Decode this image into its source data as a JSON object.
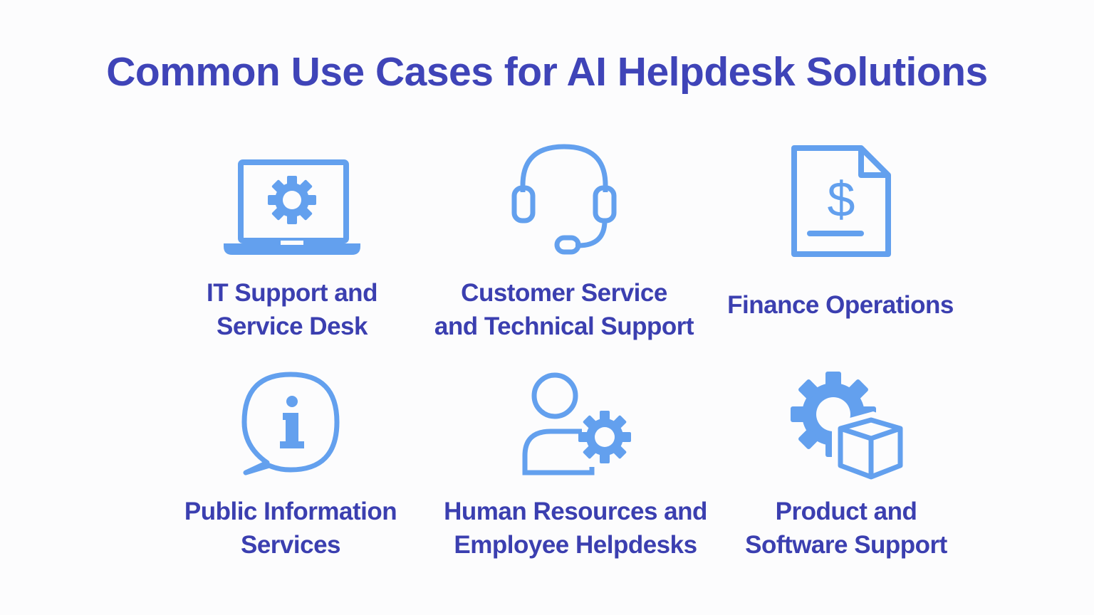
{
  "title": "Common Use Cases for AI Helpdesk Solutions",
  "colors": {
    "title": "#3f44b8",
    "icon": "#63a0ee",
    "label": "#3b3fb0",
    "background": "#fcfcfd"
  },
  "use_cases": [
    {
      "icon": "laptop-gear-icon",
      "line1": "IT Support and",
      "line2": "Service Desk"
    },
    {
      "icon": "headset-icon",
      "line1": "Customer Service",
      "line2": "and Technical Support"
    },
    {
      "icon": "invoice-dollar-icon",
      "line1": "Finance Operations",
      "line2": ""
    },
    {
      "icon": "info-chat-bubble-icon",
      "line1": "Public Information",
      "line2": "Services"
    },
    {
      "icon": "user-gear-icon",
      "line1": "Human Resources and",
      "line2": "Employee Helpdesks"
    },
    {
      "icon": "gear-box-icon",
      "line1": "Product and",
      "line2": "Software Support"
    }
  ]
}
